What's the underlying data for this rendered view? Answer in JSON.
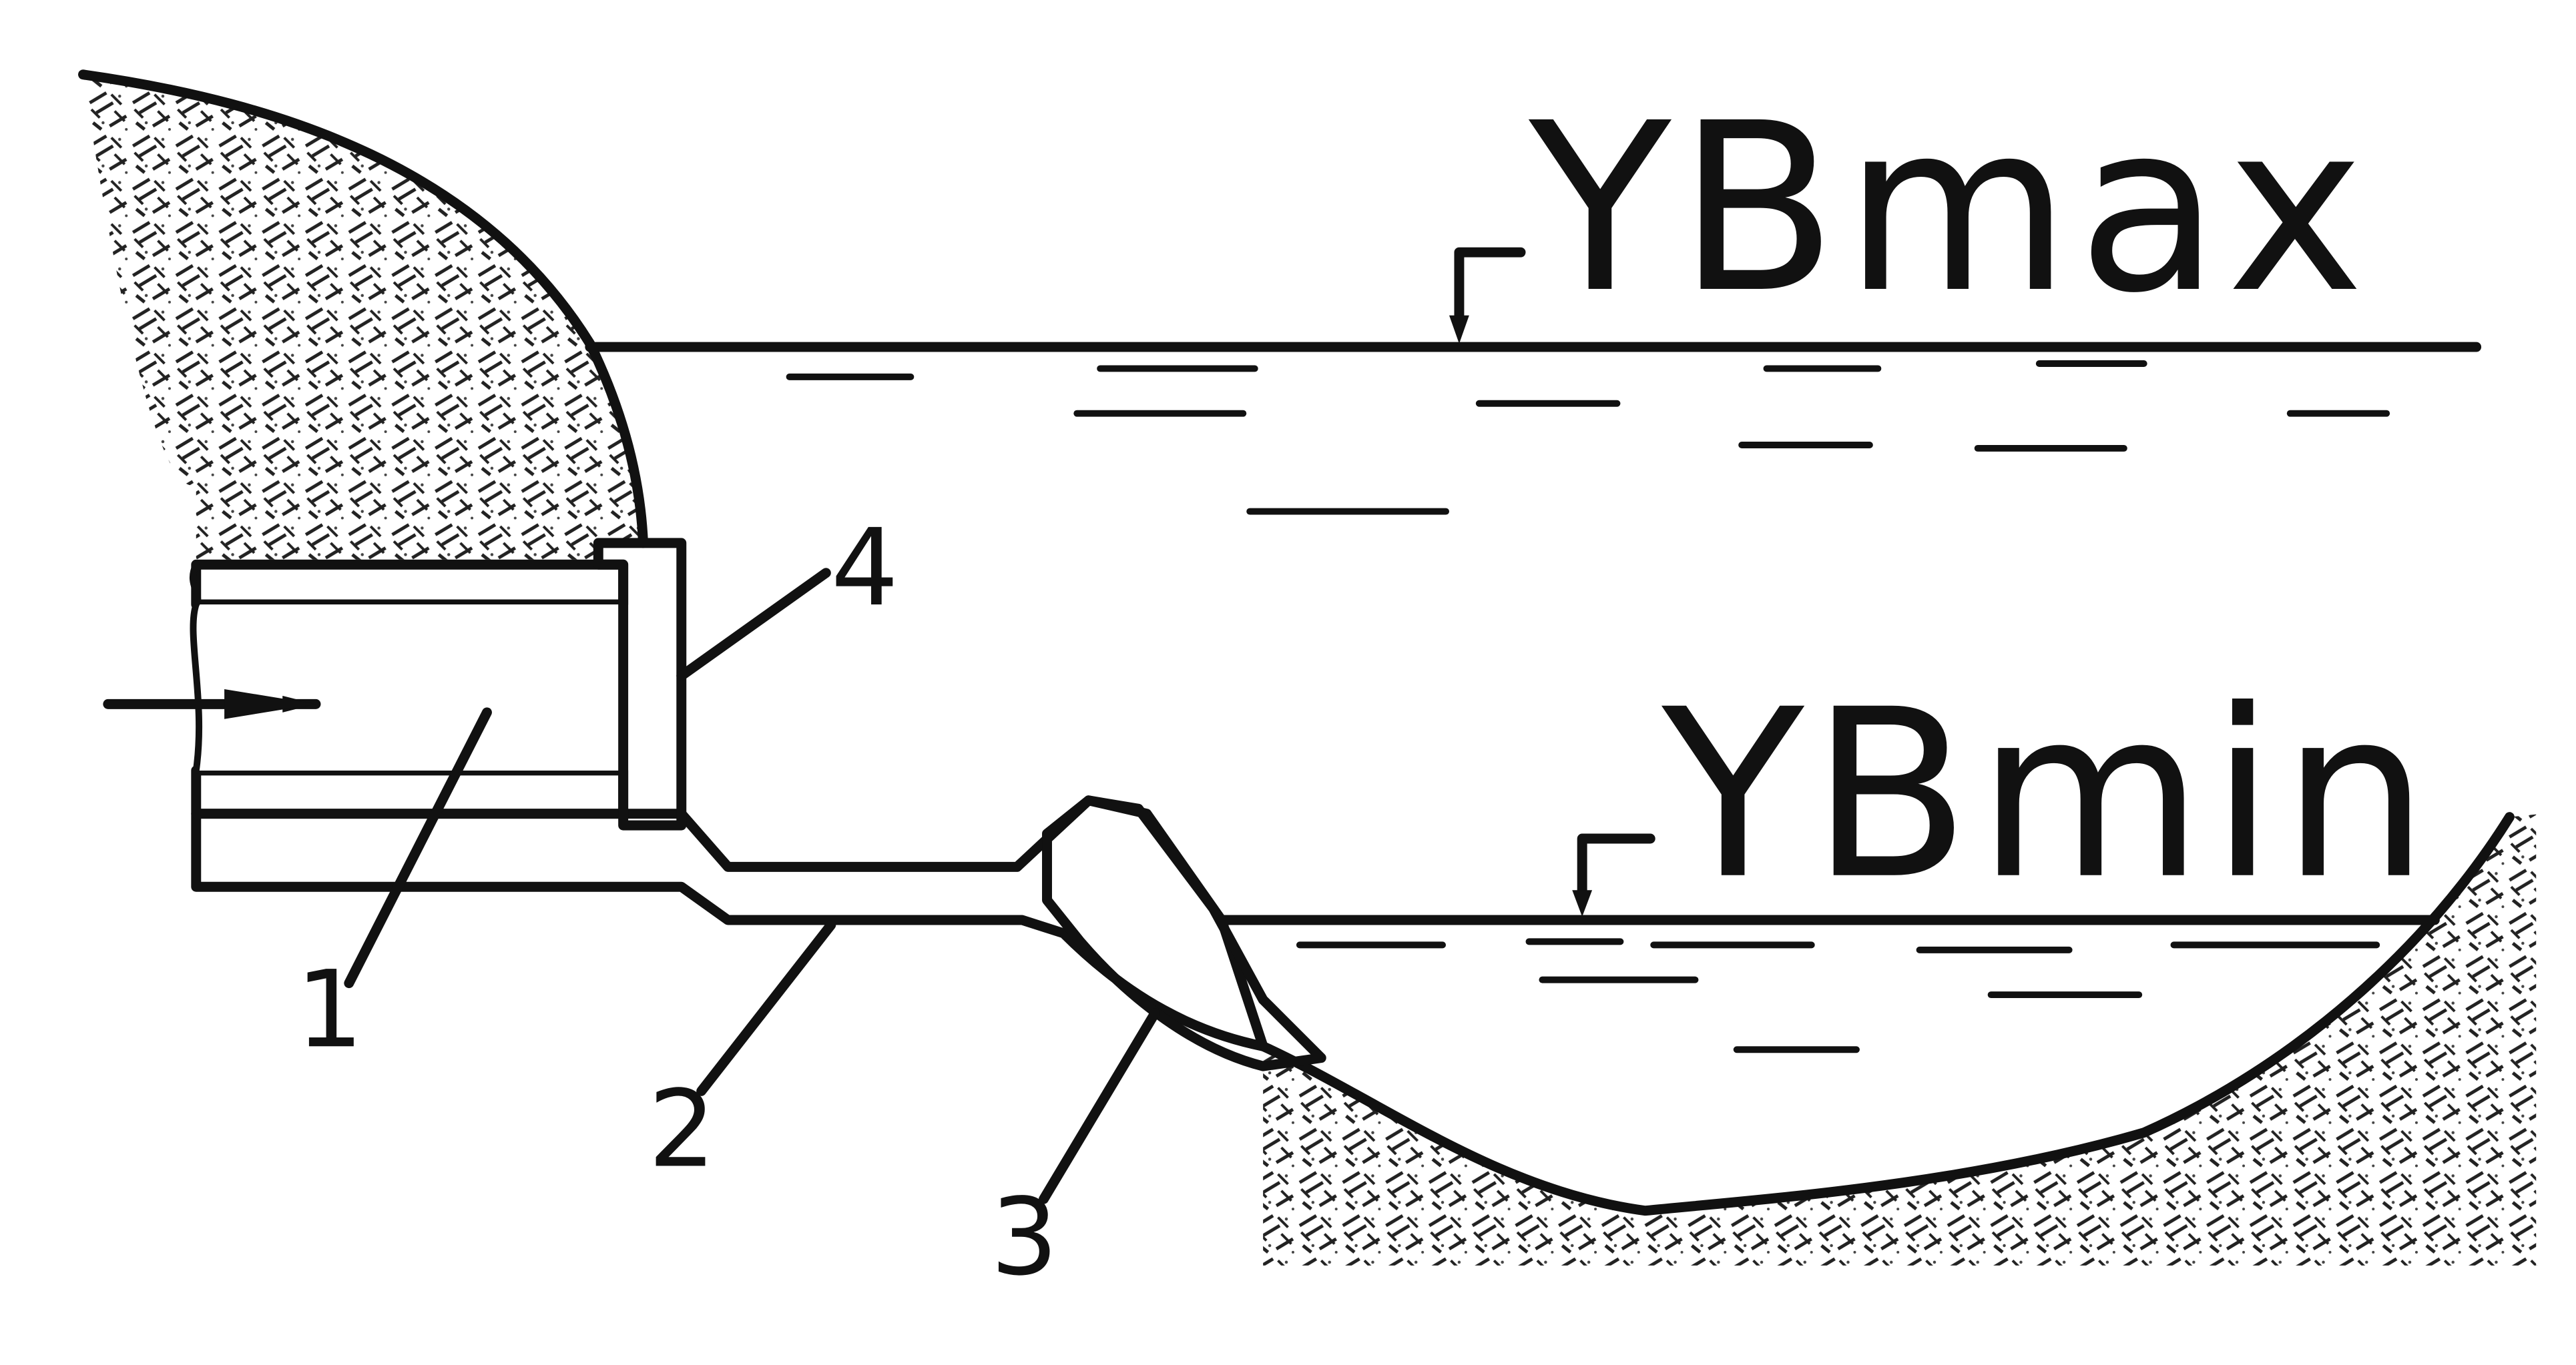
{
  "labels": {
    "pipe": "1",
    "apron": "2",
    "riprap": "3",
    "wall": "4"
  },
  "levels": {
    "max": "YBmax",
    "min": "YBmin"
  },
  "colors": {
    "ink": "#111111",
    "paper": "#ffffff",
    "hatch": "#333333"
  }
}
